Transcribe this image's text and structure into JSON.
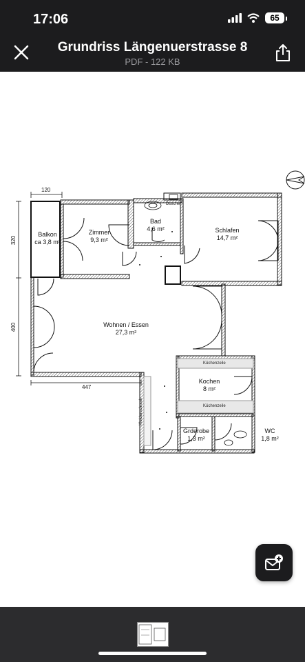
{
  "status": {
    "time": "17:06",
    "battery": "65"
  },
  "header": {
    "title": "Grundriss Längenuerstrasse 8",
    "subtitle": "PDF - 122 KB"
  },
  "plan": {
    "rooms": {
      "balkon": {
        "name": "Balkon",
        "area": "ca 3,8 m²"
      },
      "zimmer": {
        "name": "Zimmer",
        "area": "9,3 m²"
      },
      "bad": {
        "name": "Bad",
        "area": "4,6 m²"
      },
      "schlafen": {
        "name": "Schlafen",
        "area": "14,7 m²"
      },
      "wohnen": {
        "name": "Wohnen / Essen",
        "area": "27,3 m²"
      },
      "kochen": {
        "name": "Kochen",
        "area": "8 m²"
      },
      "garderobe": {
        "name": "Grderobe",
        "area": "1,3 m²"
      },
      "wc": {
        "name": "WC",
        "area": "1,8 m²"
      }
    },
    "labels": {
      "dusche": "Dusche",
      "kuechenzeile_top": "Küchenzeile",
      "kuechenzeile_bottom": "Küchenzeile",
      "kleiderschrank": "Kleiderschrank"
    },
    "dimensions": {
      "top": "120",
      "left_upper": "320",
      "left_lower": "400",
      "bottom": "447"
    }
  },
  "icons": {
    "close": "close-icon",
    "share": "share-icon",
    "compass": "compass-icon",
    "fab": "mail-add-icon",
    "signal": "signal-icon",
    "wifi": "wifi-icon",
    "battery": "battery-icon"
  }
}
